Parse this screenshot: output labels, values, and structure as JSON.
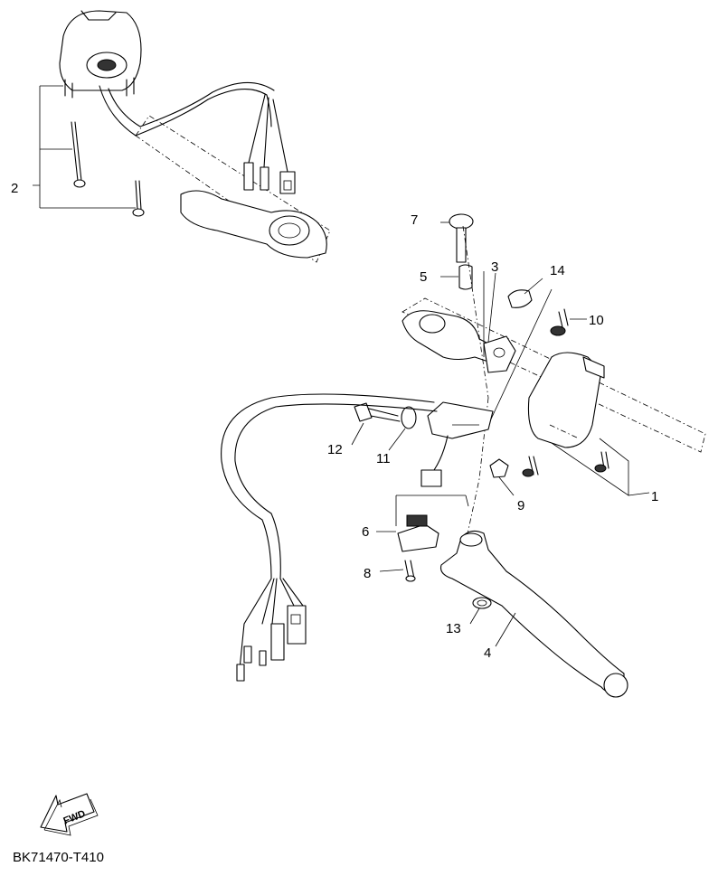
{
  "diagram_code": "BK71470-T410",
  "direction_label": "FWD",
  "callouts": {
    "c1": "1",
    "c2": "2",
    "c3": "3",
    "c4": "4",
    "c5": "5",
    "c6": "6",
    "c7": "7",
    "c8": "8",
    "c9": "9",
    "c10": "10",
    "c11": "11",
    "c12": "12",
    "c13": "13",
    "c14": "14"
  }
}
